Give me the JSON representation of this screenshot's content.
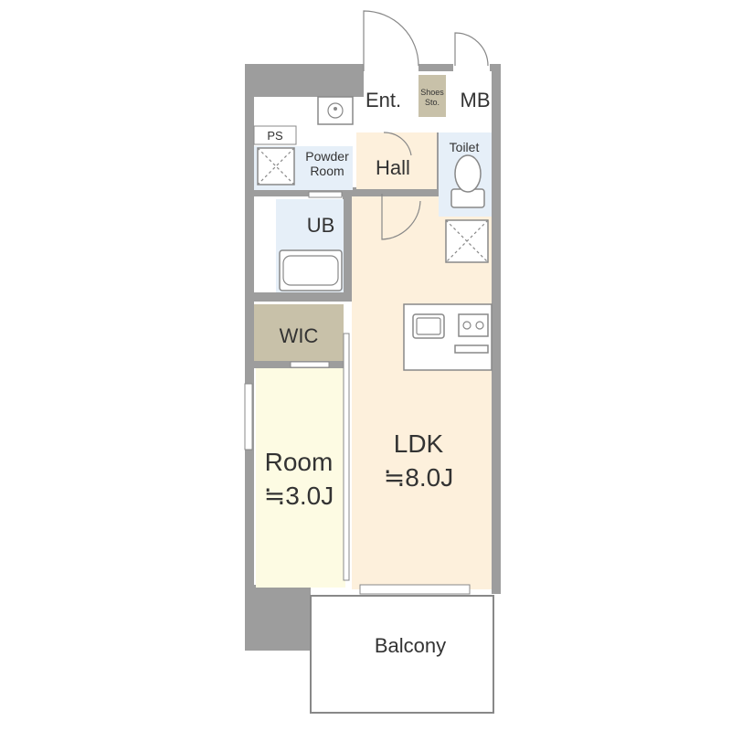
{
  "colors": {
    "wall": "#9d9d9d",
    "living": "#fdf0dc",
    "room": "#fdfbe3",
    "wet": "#e6eff8",
    "wic": "#c8c1a9",
    "shoes": "#c8c1a9",
    "balcony": "#ffffff",
    "floor_white": "#ffffff"
  },
  "labels": {
    "entrance": "Ent.",
    "shoes_line1": "Shoes",
    "shoes_line2": "Sto.",
    "mb": "MB",
    "ps": "PS",
    "powder_line1": "Powder",
    "powder_line2": "Room",
    "hall": "Hall",
    "toilet": "Toilet",
    "ub": "UB",
    "wic": "WIC",
    "room_name": "Room",
    "room_size": "≒3.0J",
    "ldk_name": "LDK",
    "ldk_size": "≒8.0J",
    "balcony": "Balcony"
  },
  "icons": {
    "basin": "washbasin-icon",
    "toilet": "toilet-icon",
    "bathtub": "bathtub-icon",
    "sink": "kitchen-sink-icon",
    "stove": "stove-icon",
    "washer": "washing-machine-space-icon",
    "fridge": "refrigerator-space-icon",
    "pipe_space": "pipe-space-icon"
  }
}
